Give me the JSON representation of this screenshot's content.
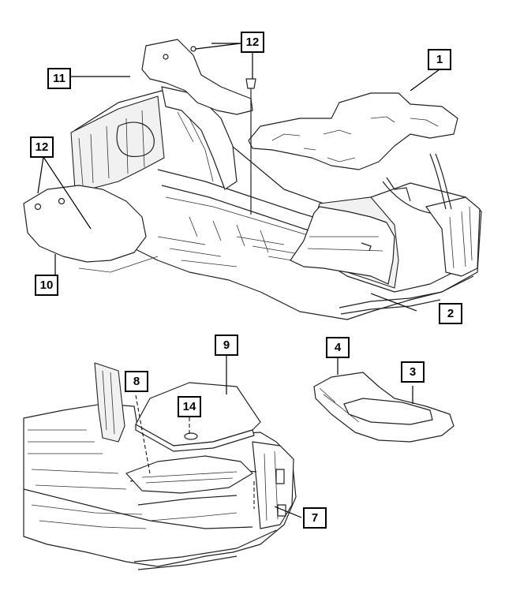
{
  "diagram": {
    "callouts": [
      {
        "id": "c1",
        "label": "1"
      },
      {
        "id": "c2",
        "label": "2"
      },
      {
        "id": "c3",
        "label": "3"
      },
      {
        "id": "c4",
        "label": "4"
      },
      {
        "id": "c7",
        "label": "7"
      },
      {
        "id": "c8",
        "label": "8"
      },
      {
        "id": "c9",
        "label": "9"
      },
      {
        "id": "c10",
        "label": "10"
      },
      {
        "id": "c11",
        "label": "11"
      },
      {
        "id": "c12a",
        "label": "12"
      },
      {
        "id": "c12b",
        "label": "12"
      },
      {
        "id": "c14",
        "label": "14"
      }
    ]
  }
}
